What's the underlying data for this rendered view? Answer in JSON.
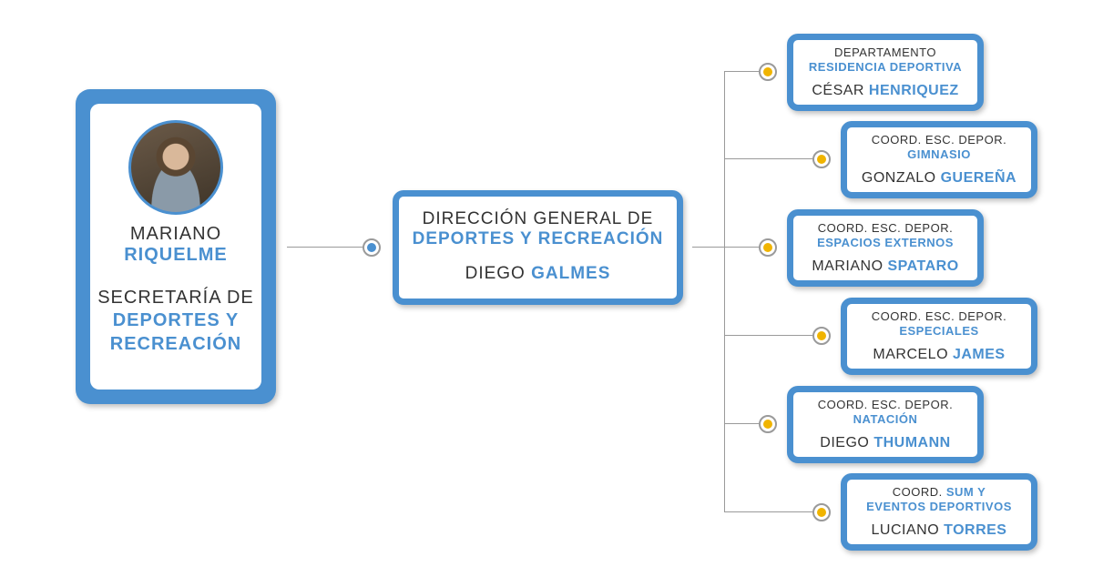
{
  "secretary": {
    "first_name": "MARIANO",
    "last_name": "RIQUELME",
    "role_prefix": "SECRETARÍA DE",
    "role_highlight": "DEPORTES Y RECREACIÓN"
  },
  "director": {
    "title_prefix": "DIRECCIÓN GENERAL DE",
    "title_highlight": "DEPORTES Y RECREACIÓN",
    "first_name": "DIEGO",
    "last_name": "GALMES"
  },
  "units": [
    {
      "prefix": "DEPARTAMENTO",
      "highlight": "RESIDENCIA DEPORTIVA",
      "first_name": "CÉSAR",
      "last_name": "HENRIQUEZ"
    },
    {
      "prefix": "COORD. ESC. DEPOR.",
      "highlight": "GIMNASIO",
      "first_name": "GONZALO",
      "last_name": "GUEREÑA"
    },
    {
      "prefix": "COORD. ESC. DEPOR.",
      "highlight": "ESPACIOS EXTERNOS",
      "first_name": "MARIANO",
      "last_name": "SPATARO"
    },
    {
      "prefix": "COORD. ESC. DEPOR.",
      "highlight": "ESPECIALES",
      "first_name": "MARCELO",
      "last_name": "JAMES"
    },
    {
      "prefix": "COORD. ESC. DEPOR.",
      "highlight": "NATACIÓN",
      "first_name": "DIEGO",
      "last_name": "THUMANN"
    },
    {
      "prefix": "COORD.",
      "highlight_a": "SUM Y",
      "highlight_b": "EVENTOS DEPORTIVOS",
      "first_name": "LUCIANO",
      "last_name": "TORRES"
    }
  ],
  "colors": {
    "accent": "#4a90d0",
    "connector_dot_blue": "#4a90d0",
    "connector_dot_yellow": "#f0b400",
    "line": "#9a9a9a"
  }
}
